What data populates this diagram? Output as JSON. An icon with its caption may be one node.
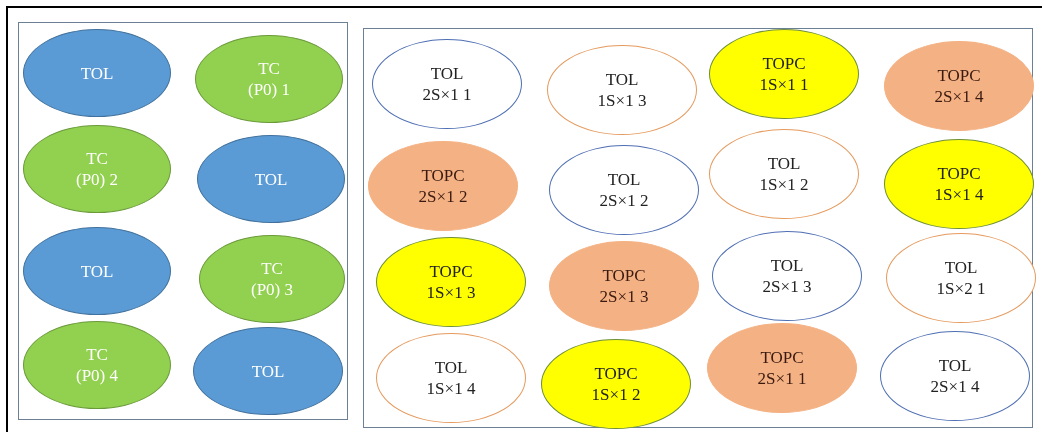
{
  "diagram": {
    "nodes": [
      {
        "text": [],
        "shape": "box"
      },
      {
        "text": [
          "TOL"
        ],
        "in": 0
      },
      {
        "text": [
          "TC",
          "(P0) 1"
        ],
        "in": 0
      },
      {
        "text": [
          "TC",
          "(P0) 2"
        ],
        "in": 0
      },
      {
        "text": [
          "TOL"
        ],
        "in": 0
      },
      {
        "text": [
          "TOL"
        ],
        "in": 0
      },
      {
        "text": [
          "TC",
          "(P0) 3"
        ],
        "in": 0
      },
      {
        "text": [
          "TC",
          "(P0) 4"
        ],
        "in": 0
      },
      {
        "text": [
          "TOL"
        ],
        "in": 0
      },
      {
        "text": [],
        "shape": "box"
      },
      {
        "text": [
          "TOL",
          "2S×1 1"
        ],
        "in": 9
      },
      {
        "text": [
          "TOL",
          "1S×1 3"
        ],
        "in": 9
      },
      {
        "text": [
          "TOPC",
          "1S×1 1"
        ],
        "in": 9
      },
      {
        "text": [
          "TOPC",
          "2S×1 4"
        ],
        "in": 9
      },
      {
        "text": [
          "TOPC",
          "2S×1 2"
        ],
        "in": 9
      },
      {
        "text": [
          "TOL",
          "2S×1 2"
        ],
        "in": 9
      },
      {
        "text": [
          "TOL",
          "1S×1 2"
        ],
        "in": 9
      },
      {
        "text": [
          "TOPC",
          "1S×1 4"
        ],
        "in": 9
      },
      {
        "text": [
          "TOPC",
          "1S×1 3"
        ],
        "in": 9
      },
      {
        "text": [
          "TOPC",
          "2S×1 3"
        ],
        "in": 9
      },
      {
        "text": [
          "TOL",
          "2S×1 3"
        ],
        "in": 9
      },
      {
        "text": [
          "TOL",
          "1S×2 1"
        ],
        "in": 9
      },
      {
        "text": [
          "TOL",
          "1S×1 4"
        ],
        "in": 9
      },
      {
        "text": [
          "TOPC",
          "1S×1 2"
        ],
        "in": 9
      },
      {
        "text": [
          "TOPC",
          "2S×1 1"
        ],
        "in": 9
      },
      {
        "text": [
          "TOL",
          "2S×1 4"
        ],
        "in": 9
      }
    ]
  }
}
